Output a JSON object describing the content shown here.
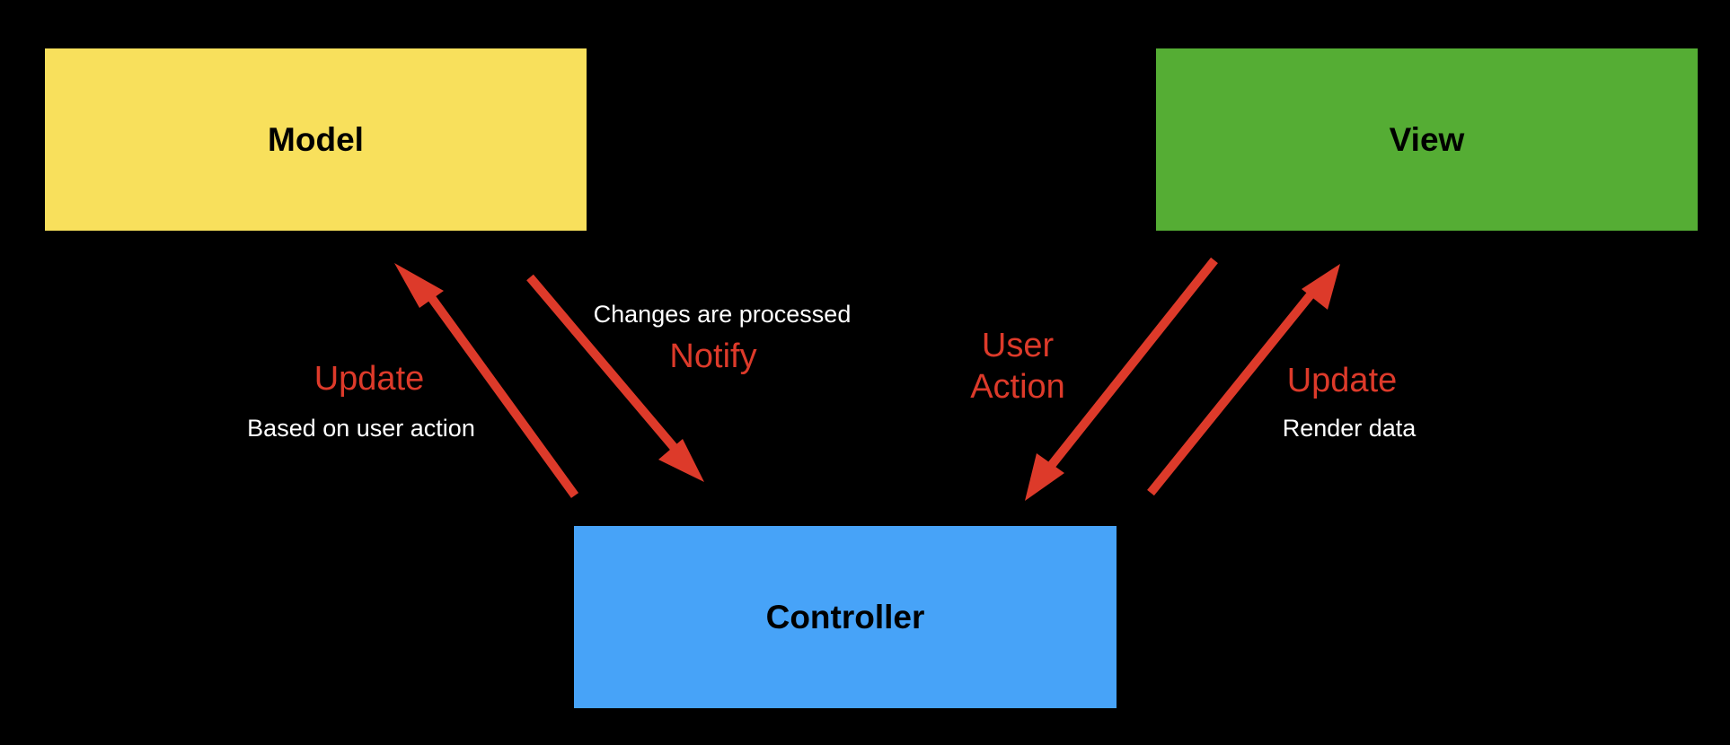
{
  "nodes": {
    "model": {
      "label": "Model",
      "color": "#f8e05c"
    },
    "view": {
      "label": "View",
      "color": "#55ad34"
    },
    "controller": {
      "label": "Controller",
      "color": "#47a3f8"
    }
  },
  "edges": {
    "controller_to_model": {
      "label": "Update",
      "description": "Based on  user action"
    },
    "model_to_controller": {
      "label": "Notify",
      "description": "Changes are processed"
    },
    "view_to_controller": {
      "label_line1": "User",
      "label_line2": "Action"
    },
    "controller_to_view": {
      "label": "Update",
      "description": "Render data"
    }
  },
  "colors": {
    "background": "#000000",
    "arrow": "#dd3a2a",
    "edge_label": "#dd3a2a",
    "edge_description": "#ffffff"
  }
}
